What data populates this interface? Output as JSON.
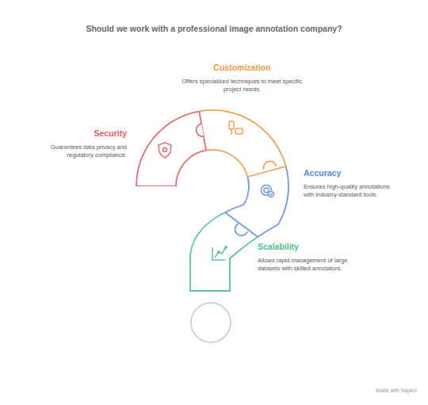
{
  "diagram": {
    "title": "Should we work with a professional image annotation company?",
    "nodes": [
      {
        "text": [
          "Customization",
          "Offers specialized techniques to meet specific project needs."
        ]
      },
      {
        "text": [
          "Security",
          "Guarantees data privacy and regulatory compliance."
        ]
      },
      {
        "text": [
          "Accuracy",
          "Ensures high-quality annotations with industry-standard tools."
        ]
      },
      {
        "text": [
          "Scalability",
          "Allows rapid management of large datasets with skilled annotators."
        ]
      }
    ],
    "labels": [
      "Made with Napkin"
    ]
  }
}
